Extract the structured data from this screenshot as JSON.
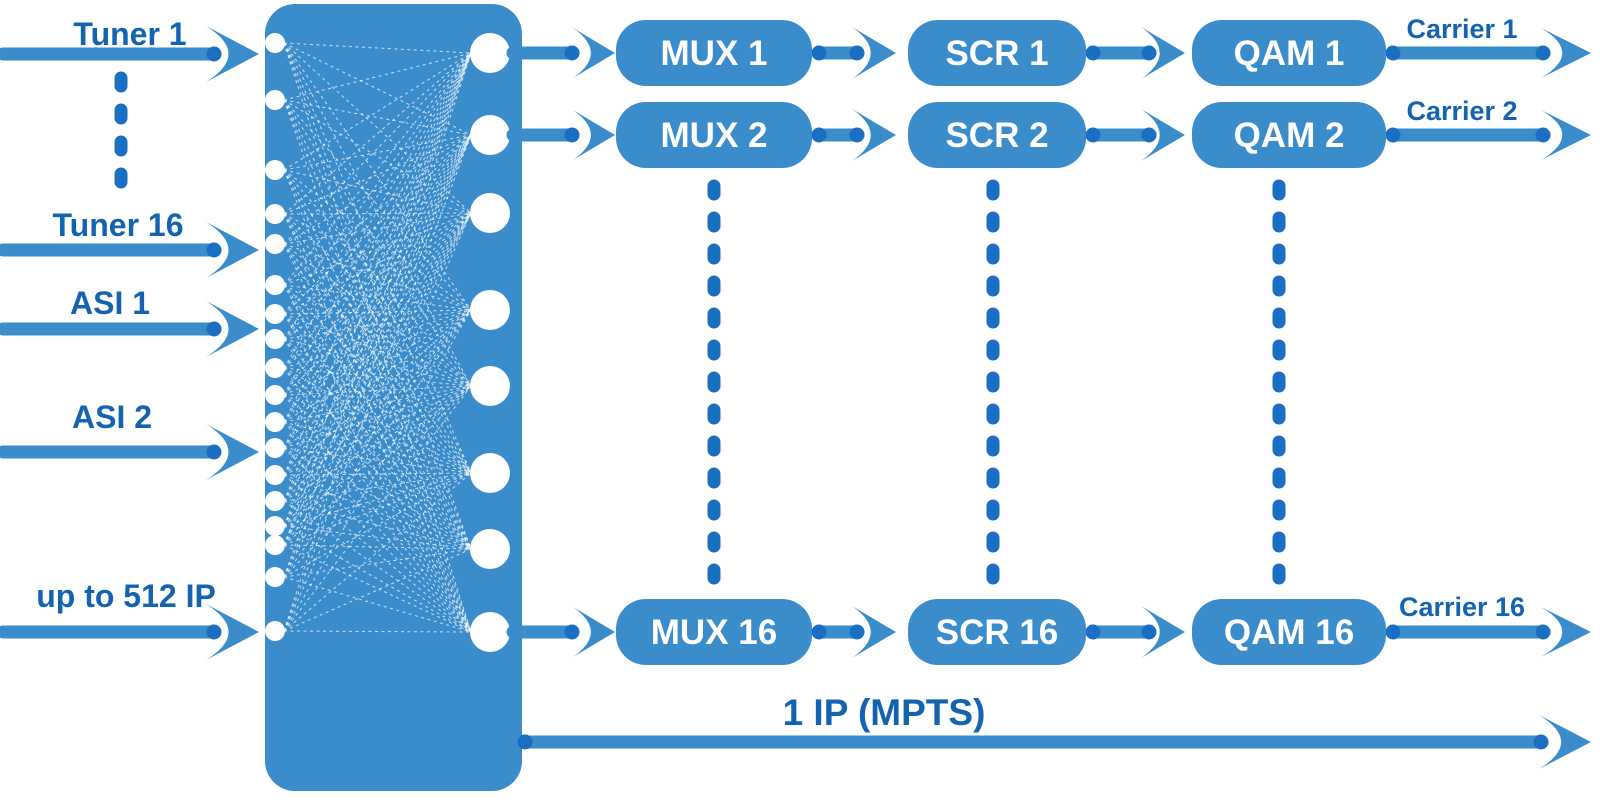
{
  "diagram": {
    "inputs": [
      {
        "id": "tuner-1",
        "label": "Tuner 1"
      },
      {
        "id": "tuner-16",
        "label": "Tuner 16"
      },
      {
        "id": "asi-1",
        "label": "ASI 1"
      },
      {
        "id": "asi-2",
        "label": "ASI 2"
      },
      {
        "id": "ip-input",
        "label": "up to 512 IP"
      }
    ],
    "rows": [
      {
        "mux": "MUX 1",
        "scr": "SCR 1",
        "qam": "QAM 1",
        "carrier": "Carrier 1"
      },
      {
        "mux": "MUX 2",
        "scr": "SCR 2",
        "qam": "QAM 2",
        "carrier": "Carrier 2"
      },
      {
        "mux": "MUX 16",
        "scr": "SCR 16",
        "qam": "QAM 16",
        "carrier": "Carrier 16"
      }
    ],
    "bottom_output_label": "1 IP (MPTS)",
    "colors": {
      "primary": "#3b8ccb",
      "accent_dark": "#1a6fc2",
      "label_text": "#1463b0",
      "box_text": "#ffffff",
      "background": "#ffffff"
    }
  }
}
